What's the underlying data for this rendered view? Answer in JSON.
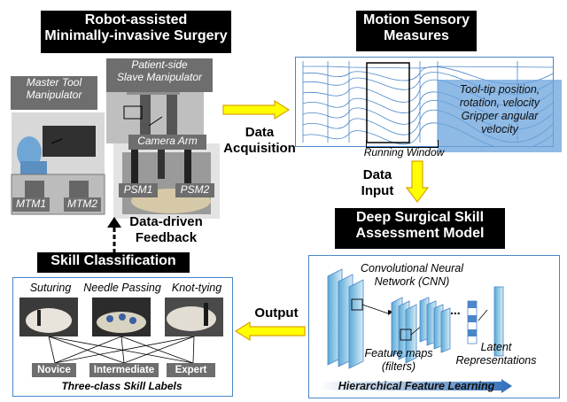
{
  "robot_title": "Robot-assisted Minimally-invasive Surgery",
  "robot_title_l1": "Robot-assisted",
  "robot_title_l2": "Minimally-invasive Surgery",
  "motion_title_l1": "Motion Sensory",
  "motion_title_l2": "Measures",
  "skill_title": "Skill Classification",
  "deep_title_l1": "Deep Surgical Skill",
  "deep_title_l2": "Assessment Model",
  "robot_labels": {
    "patient_side_l1": "Patient-side",
    "patient_side_l2": "Slave Manipulator",
    "master_tool_l1": "Master Tool",
    "master_tool_l2": "Manipulator",
    "camera_arm": "Camera Arm",
    "psm1": "PSM1",
    "psm2": "PSM2",
    "mtm1": "MTM1",
    "mtm2": "MTM2"
  },
  "arrows": {
    "data_acq_l1": "Data",
    "data_acq_l2": "Acquisition",
    "data_input_l1": "Data",
    "data_input_l2": "Input",
    "feedback_l1": "Data-driven",
    "feedback_l2": "Feedback",
    "output": "Output"
  },
  "motion": {
    "running_window": "Running Window",
    "kinematics_l1": "Tool-tip position,",
    "kinematics_l2": "rotation, velocity",
    "kinematics_l3": "Gripper angular",
    "kinematics_l4": "velocity"
  },
  "skill": {
    "tasks": [
      "Suturing",
      "Needle Passing",
      "Knot-tying"
    ],
    "levels": [
      "Novice",
      "Intermediate",
      "Expert"
    ],
    "caption": "Three-class Skill Labels"
  },
  "model": {
    "cnn_l1": "Convolutional Neural",
    "cnn_l2": "Network (CNN)",
    "feature_l1": "Feature maps",
    "feature_l2": "(filters)",
    "latent_l1": "Latent",
    "latent_l2": "Representations",
    "ellipsis": "...",
    "hierarchical": "Hierarchical Feature Learning"
  },
  "colors": {
    "accent_blue": "#4a86c8",
    "arrow_yellow": "#ffff00",
    "arrow_outline": "#d9a400"
  }
}
